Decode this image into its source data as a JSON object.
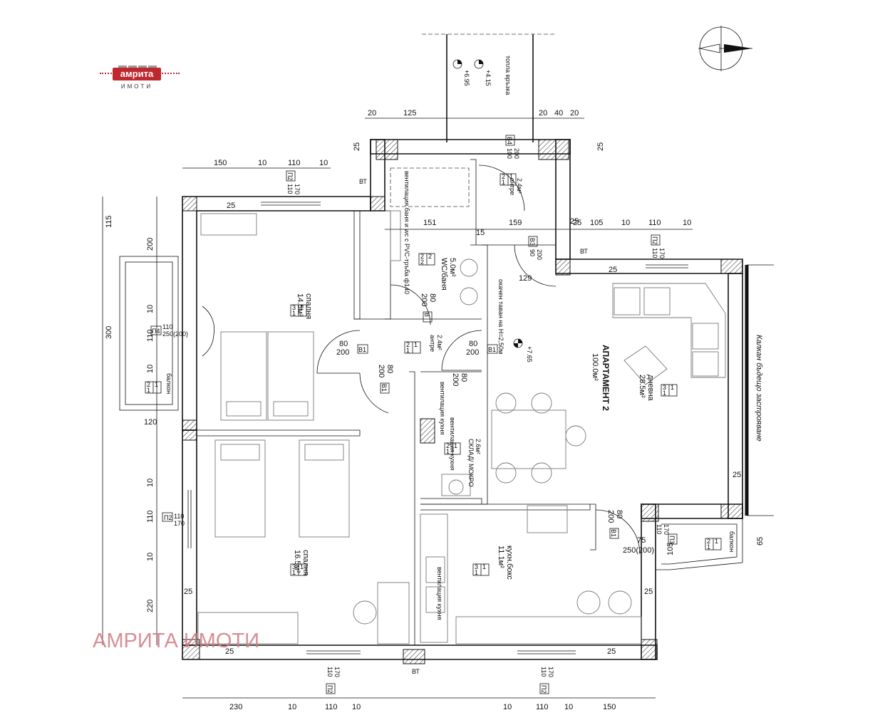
{
  "logo": {
    "brand": "амрита",
    "sub": "ИМОТИ"
  },
  "watermark": "АМРИТА ИМОТИ",
  "apartment": {
    "title": "АПАРТАМЕНТ 2",
    "area": "100.0м²"
  },
  "rooms": {
    "living": {
      "name": "дневна",
      "area": "28.5м²"
    },
    "bedroom_top": {
      "name": "спалня",
      "area": "14.5м²"
    },
    "bedroom_bottom": {
      "name": "спалня",
      "area": "16.5м²"
    },
    "kitchen": {
      "name": "кухн.бокс",
      "area": "11.1м²"
    },
    "wc": {
      "name": "WC/баня",
      "area": "5.0м²"
    },
    "hall": {
      "name": "антре",
      "area": "2.4м²"
    },
    "antre_top": {
      "name": "антре",
      "area": "2.4м²"
    },
    "storage": {
      "name": "СКЛАД/ МОКРО",
      "area": "2.6м²"
    },
    "balcony_left": {
      "name": "балкон"
    },
    "balcony_right": {
      "name": "балкон"
    }
  },
  "notes": {
    "ceiling": "окачен таван на H=2,50м",
    "ventilation_bath": "вентилация баня и wc с PVC-тръба ф140",
    "ventilation_kitchen_1": "вентилация кухня",
    "ventilation_kitchen_2": "вентилация кухня",
    "ventilation_kitchen_3": "вентилация кухня",
    "neighbor": "Калкан бъдещо застрояване",
    "warm_link": "топла връзка",
    "vt": "ВТ"
  },
  "levels": {
    "main": "+7.65",
    "up1": "+4.15",
    "up2": "+6.95"
  },
  "dims": {
    "top_left": [
      "150",
      "10",
      "110",
      "10"
    ],
    "top_mid": [
      "20",
      "125"
    ],
    "top_right": [
      "20",
      "40",
      "20"
    ],
    "right_mid": [
      "25",
      "105",
      "10",
      "110",
      "10"
    ],
    "inner": [
      "151",
      "159",
      "15",
      "129"
    ],
    "left_vertical": [
      "115",
      "200",
      "300",
      "10",
      "110",
      "10",
      "10",
      "110",
      "10",
      "220"
    ],
    "bottom": [
      "230",
      "10",
      "110",
      "10",
      "10",
      "110",
      "10",
      "150"
    ],
    "misc": [
      "25",
      "25",
      "25",
      "25",
      "25",
      "25",
      "25",
      "25",
      "25",
      "25",
      "120",
      "65",
      "75",
      "105"
    ]
  },
  "doors": {
    "p2_top": [
      "П2",
      "110",
      "170"
    ],
    "p2_right": [
      "П2",
      "110",
      "170"
    ],
    "p2_left": [
      "П2",
      "110",
      "170"
    ],
    "p2_bottom_left": [
      "П2",
      "110",
      "170"
    ],
    "p2_bottom_right": [
      "П2",
      "110",
      "170"
    ],
    "p4": [
      "П4",
      "110",
      "250(200)"
    ],
    "p3": [
      "П3",
      "110",
      "170"
    ],
    "b4": [
      "В4",
      "100",
      "200"
    ],
    "b3": [
      "В3",
      "90",
      "200"
    ],
    "b1a": [
      "В1",
      "80",
      "200"
    ],
    "b1b": [
      "В1",
      "80",
      "200"
    ],
    "b1c": [
      "В1",
      "80",
      "200"
    ],
    "b1d": [
      "В1",
      "80",
      "200"
    ],
    "b1e": [
      "В1",
      "80",
      "200"
    ],
    "b1f": [
      "В",
      "80",
      "200"
    ],
    "b_right": "250(200)"
  },
  "tags": {
    "t31": [
      "3",
      "1",
      "1"
    ],
    "t21": [
      "2",
      "1",
      "1"
    ],
    "t22": [
      "2",
      "2",
      "2"
    ]
  }
}
